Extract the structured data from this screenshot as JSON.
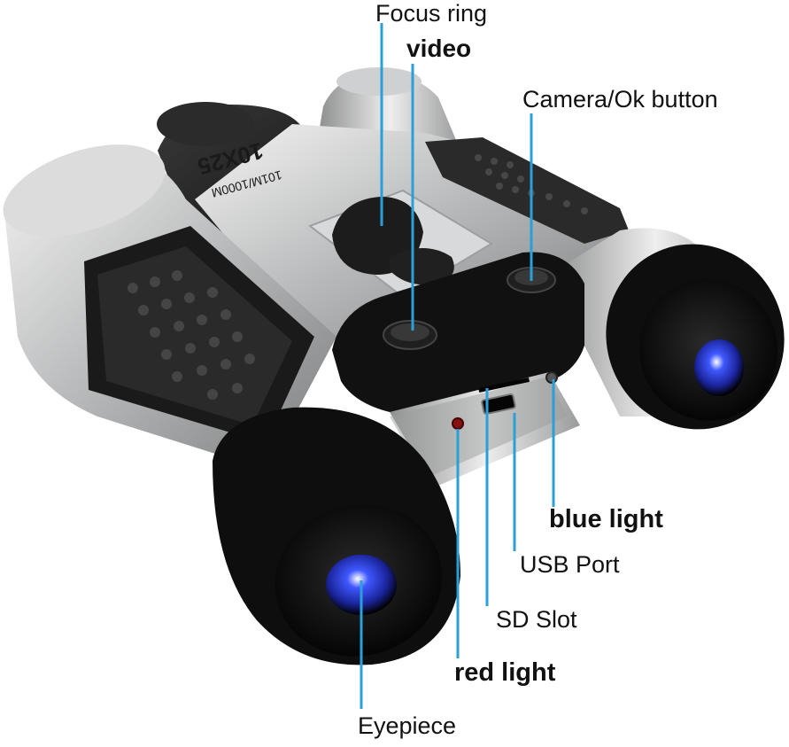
{
  "labels": {
    "focus_ring": "Focus ring",
    "video": "video",
    "camera_ok": "Camera/Ok button",
    "blue_light": "blue light",
    "usb_port": "USB Port",
    "sd_slot": "SD Slot",
    "red_light": "red light",
    "eyepiece": "Eyepiece"
  },
  "engraving": {
    "model": "10X25",
    "spec": "101M/1000M"
  },
  "colors": {
    "leader_line": "#2a9fd8",
    "body_black": "#151515",
    "body_silver": "#c9cacb",
    "lens_blue": "#2b3fd1",
    "red_light": "#8a1010"
  }
}
